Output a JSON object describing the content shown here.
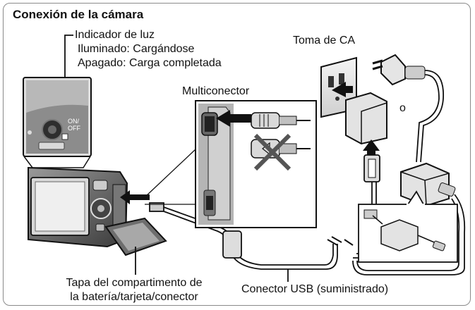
{
  "title": "Conexión de la cámara",
  "indicator": {
    "heading": "Indicador de luz",
    "lit": "Iluminado: Cargándose",
    "off": "Apagado: Carga completada"
  },
  "ac_outlet": "Toma de CA",
  "multiconnector": "Multiconector",
  "or_label": "o",
  "cover": {
    "line1": "Tapa del compartimento de",
    "line2": "la batería/tarjeta/conector"
  },
  "usb_connector": "Conector USB (suministrado)",
  "camera_button": "ON/\nOFF",
  "colors": {
    "outline": "#1a1a1a",
    "fill": "#e9e9e9",
    "dark": "#3a3a3a",
    "cross": "#555555"
  }
}
